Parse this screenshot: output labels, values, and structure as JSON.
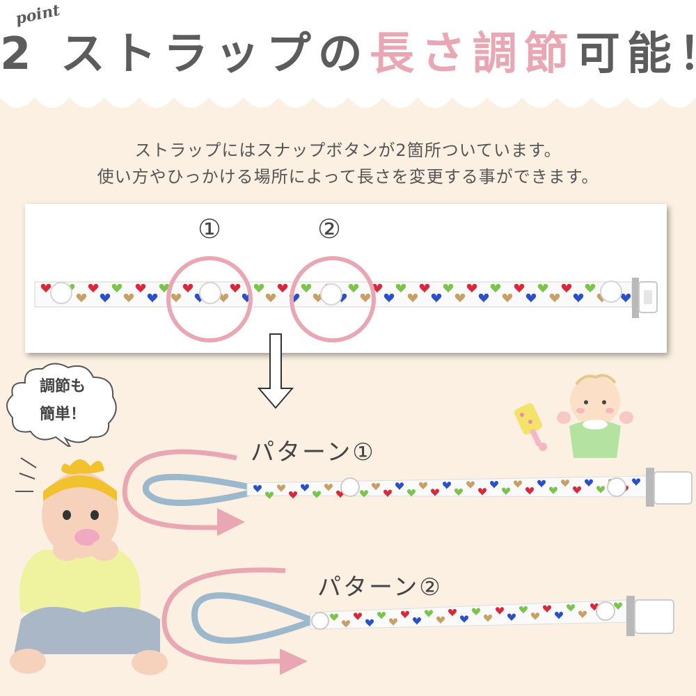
{
  "header": {
    "point_label": "point",
    "title_prefix": "2 ストラップの",
    "title_highlight": "長さ調節",
    "title_suffix": "可能！"
  },
  "description": {
    "line1": "ストラップにはスナップボタンが2箇所ついています。",
    "line2": "使い方やひっかける場所によって長さを変更する事ができます。"
  },
  "markers": {
    "snap1": "①",
    "snap2": "②"
  },
  "speech_bubble": {
    "line1": "調節も",
    "line2": "簡単！"
  },
  "patterns": {
    "pattern1": "パターン①",
    "pattern2": "パターン②"
  },
  "colors": {
    "background": "#fbf0e2",
    "accent_pink": "#e8a7b2",
    "title_gray": "#5c5c5c",
    "heart_red": "#d8283a",
    "heart_blue": "#2a4fc9",
    "heart_green": "#7bc44c",
    "heart_tan": "#c8a065"
  }
}
